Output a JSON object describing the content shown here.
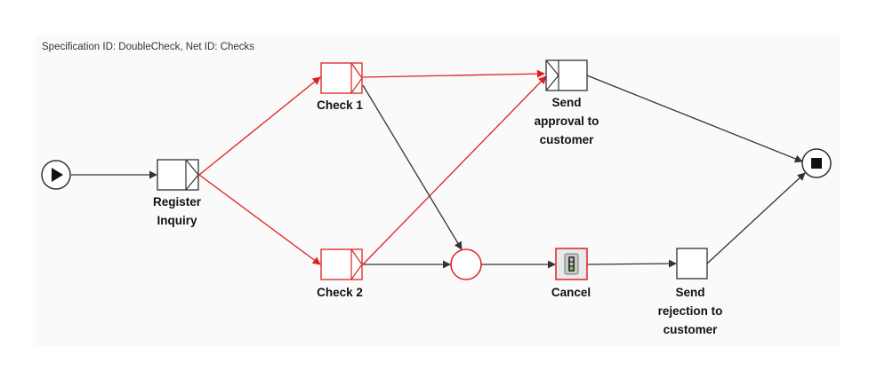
{
  "header": {
    "spec_text": "Specification ID: DoubleCheck, Net ID:  Checks"
  },
  "colors": {
    "red_flow": "#e02020",
    "black_flow": "#333333"
  },
  "nodes": {
    "start": {
      "icon": "play-icon"
    },
    "register": {
      "line1": "Register",
      "line2": "Inquiry"
    },
    "check1": {
      "label": "Check 1"
    },
    "check2": {
      "label": "Check 2"
    },
    "send_approval": {
      "line1": "Send",
      "line2": "approval to",
      "line3": "customer"
    },
    "cancel": {
      "label": "Cancel",
      "icon": "traffic-light-icon"
    },
    "send_rejection": {
      "line1": "Send",
      "line2": "rejection to",
      "line3": "customer"
    },
    "end": {
      "icon": "stop-icon"
    }
  }
}
